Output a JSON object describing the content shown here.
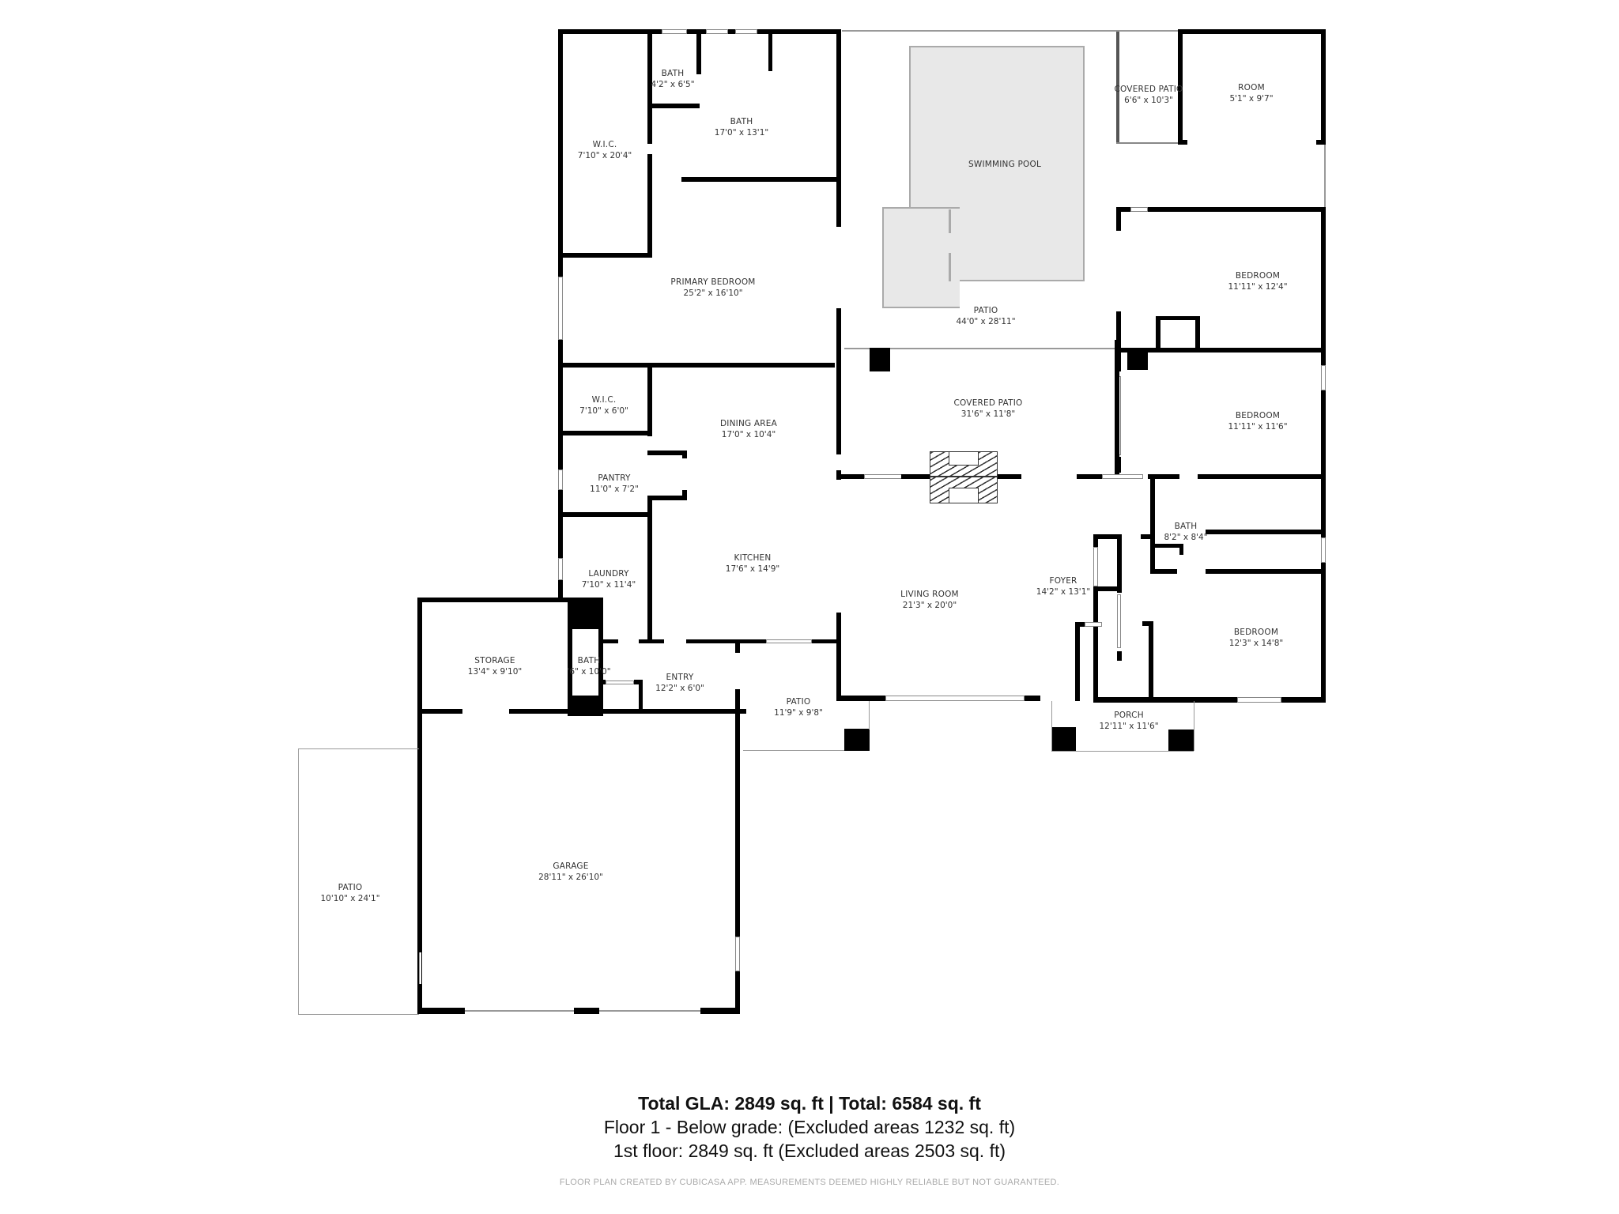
{
  "rooms": {
    "wic_primary": {
      "name": "W.I.C.",
      "dims": "7'10\" x 20'4\""
    },
    "bath_small": {
      "name": "BATH",
      "dims": "4'2\" x 6'5\""
    },
    "bath_primary": {
      "name": "BATH",
      "dims": "17'0\" x 13'1\""
    },
    "primary_bedroom": {
      "name": "PRIMARY BEDROOM",
      "dims": "25'2\" x 16'10\""
    },
    "swimming_pool": {
      "name": "SWIMMING POOL",
      "dims": ""
    },
    "patio_pool": {
      "name": "PATIO",
      "dims": "44'0\" x 28'11\""
    },
    "covered_patio_small": {
      "name": "COVERED PATIO",
      "dims": "6'6\" x 10'3\""
    },
    "room": {
      "name": "ROOM",
      "dims": "5'1\" x 9'7\""
    },
    "bedroom_1": {
      "name": "BEDROOM",
      "dims": "11'11\" x 12'4\""
    },
    "bedroom_2": {
      "name": "BEDROOM",
      "dims": "11'11\" x 11'6\""
    },
    "covered_patio": {
      "name": "COVERED PATIO",
      "dims": "31'6\" x 11'8\""
    },
    "wic_2": {
      "name": "W.I.C.",
      "dims": "7'10\" x 6'0\""
    },
    "dining_area": {
      "name": "DINING AREA",
      "dims": "17'0\" x 10'4\""
    },
    "pantry": {
      "name": "PANTRY",
      "dims": "11'0\" x 7'2\""
    },
    "laundry": {
      "name": "LAUNDRY",
      "dims": "7'10\" x 11'4\""
    },
    "kitchen": {
      "name": "KITCHEN",
      "dims": "17'6\" x 14'9\""
    },
    "living_room": {
      "name": "LIVING ROOM",
      "dims": "21'3\" x 20'0\""
    },
    "foyer": {
      "name": "FOYER",
      "dims": "14'2\" x 13'1\""
    },
    "bath_hall": {
      "name": "BATH",
      "dims": "8'2\" x 8'4\""
    },
    "bedroom_3": {
      "name": "BEDROOM",
      "dims": "12'3\" x 14'8\""
    },
    "storage": {
      "name": "STORAGE",
      "dims": "13'4\" x 9'10\""
    },
    "bath_entry": {
      "name": "BATH",
      "dims": "'6\" x 10'0\""
    },
    "entry": {
      "name": "ENTRY",
      "dims": "12'2\" x 6'0\""
    },
    "patio_side": {
      "name": "PATIO",
      "dims": "11'9\" x 9'8\""
    },
    "porch": {
      "name": "PORCH",
      "dims": "12'11\" x 11'6\""
    },
    "garage": {
      "name": "GARAGE",
      "dims": "28'11\" x 26'10\""
    },
    "patio_garage": {
      "name": "PATIO",
      "dims": "10'10\" x 24'1\""
    }
  },
  "summary": {
    "total_line": "Total GLA: 2849 sq. ft | Total: 6584 sq. ft",
    "floor_below": "Floor 1 - Below grade: (Excluded areas 1232 sq. ft)",
    "floor_first": "1st floor: 2849 sq. ft (Excluded areas 2503 sq. ft)",
    "disclaimer": "FLOOR PLAN CREATED BY CUBICASA APP. MEASUREMENTS DEEMED HIGHLY RELIABLE BUT NOT GUARANTEED."
  }
}
